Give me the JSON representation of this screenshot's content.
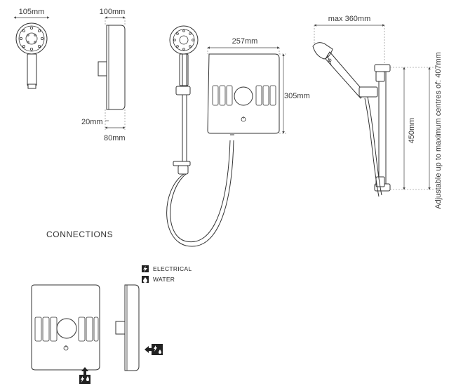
{
  "dimensions": {
    "handset_width": "105mm",
    "unit_depth": "100mm",
    "unit_base": "20mm",
    "unit_depth_lower": "80mm",
    "unit_width": "257mm",
    "unit_height": "305mm",
    "max_reach": "max 360mm",
    "rail_length": "450mm",
    "rail_centres_note": "Adjustable up to maximum centres of: 407mm"
  },
  "connections": {
    "heading": "CONNECTIONS",
    "legend": [
      {
        "icon": "lightning-icon",
        "label": "ELECTRICAL"
      },
      {
        "icon": "water-drop-icon",
        "label": "WATER"
      }
    ]
  },
  "colors": {
    "line": "#333333",
    "background": "#ffffff"
  }
}
